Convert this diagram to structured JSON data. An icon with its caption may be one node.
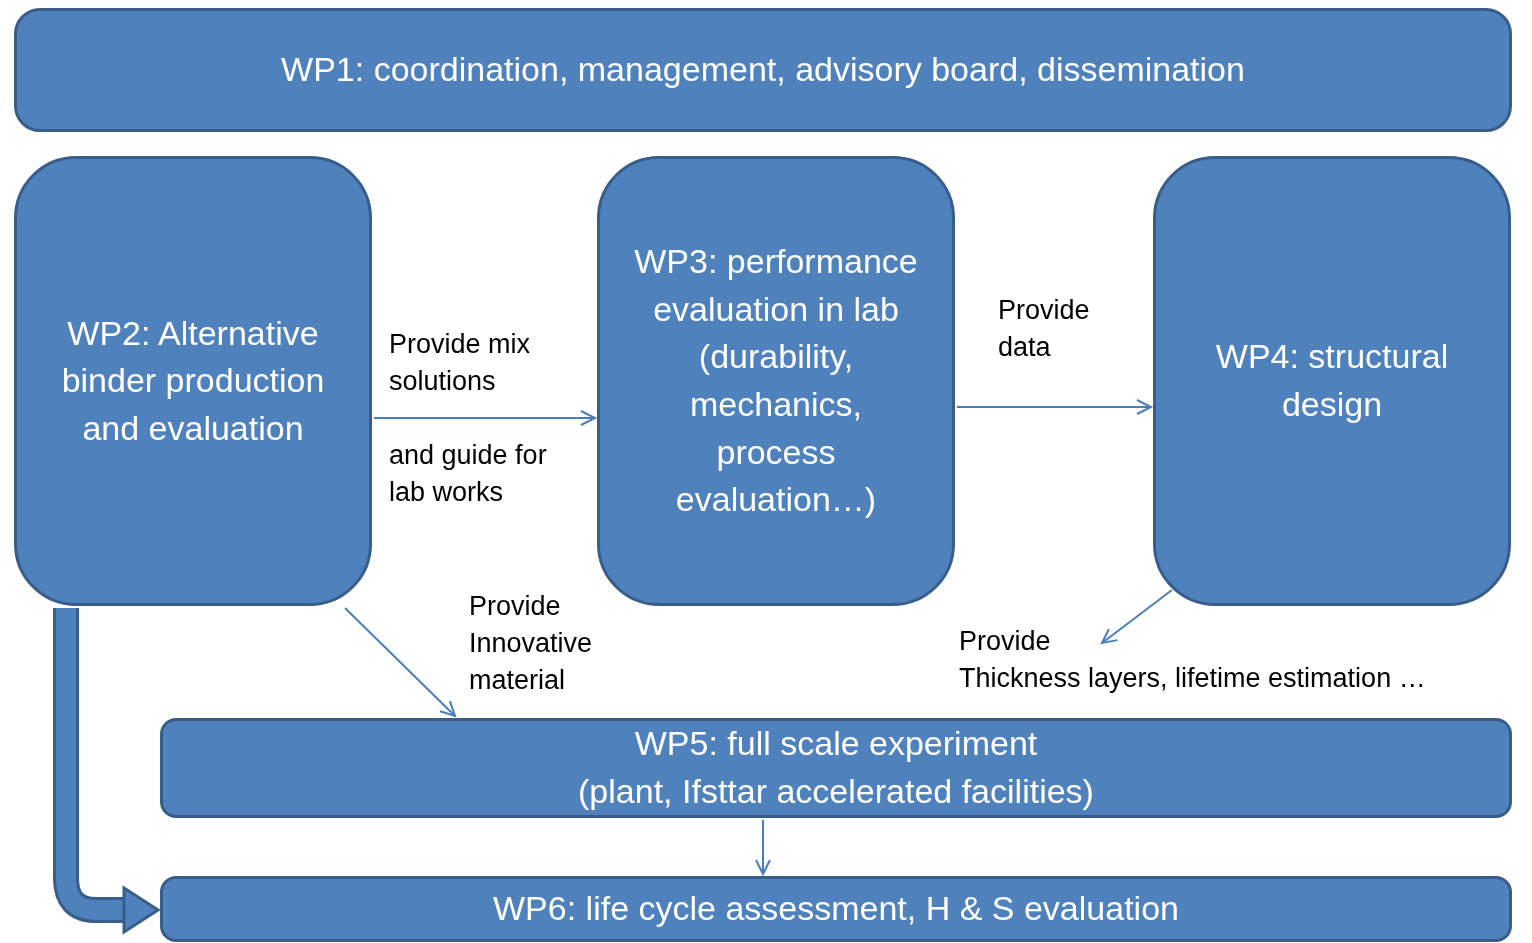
{
  "diagram": {
    "nodes": [
      {
        "text": [
          "WP1: coordination, management, advisory board, dissemination"
        ]
      },
      {
        "text": [
          "WP2: Alternative binder production and evaluation"
        ]
      },
      {
        "text": [
          "WP3: performance evaluation in lab (durability, mechanics, process evaluation…)"
        ]
      },
      {
        "text": [
          "WP4: structural design"
        ]
      },
      {
        "text": [
          "WP5: full scale experiment",
          "(plant, Ifsttar accelerated facilities)"
        ]
      },
      {
        "text": [
          "WP6: life cycle assessment, H & S evaluation"
        ]
      },
      {
        "text": [
          "Provide",
          "Thickness layers, lifetime estimation …"
        ]
      }
    ],
    "edges": [
      {
        "from": 1,
        "to": 2,
        "arrow": "to",
        "label": "Provide mix solutions"
      },
      {
        "from": 2,
        "to": 3,
        "arrow": "to",
        "label": "Provide data"
      },
      {
        "from": 1,
        "to": 4,
        "arrow": "to",
        "label": "Provide Innovative material"
      },
      {
        "from": 3,
        "to": 6,
        "arrow": "to"
      },
      {
        "from": 4,
        "to": 5,
        "arrow": "to"
      },
      {
        "from": 1,
        "to": 5,
        "arrow": "to",
        "style": "thick"
      }
    ],
    "labels": [
      "and guide for lab works"
    ]
  }
}
